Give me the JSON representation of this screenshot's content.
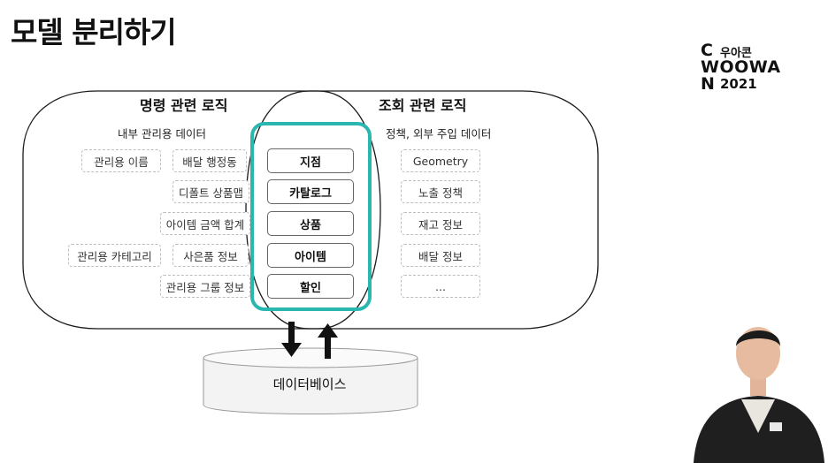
{
  "title": "모델 분리하기",
  "logo": {
    "line1_korean": "우아콘",
    "line1_letter": "C",
    "line2": "WOOWA",
    "line3_letter": "N",
    "year": "2021"
  },
  "command_section": {
    "title": "명령 관련 로직",
    "subtitle": "내부 관리용 데이터",
    "items": [
      "관리용 이름",
      "배달 행정동",
      "디폴트 상품맵",
      "아이템 금액 합계",
      "관리용 카테고리",
      "사은품 정보",
      "관리용 그룹 정보"
    ]
  },
  "query_section": {
    "title": "조회 관련 로직",
    "subtitle": "정책, 외부 주입 데이터",
    "items": [
      "Geometry",
      "노출 정책",
      "재고 정보",
      "배달 정보",
      "..."
    ]
  },
  "shared_core": {
    "items": [
      "지점",
      "카탈로그",
      "상품",
      "아이템",
      "할인"
    ],
    "highlight_color": "#2ab7b0"
  },
  "database": {
    "label": "데이터베이스"
  },
  "arrows": [
    "down-arrow",
    "up-arrow"
  ]
}
